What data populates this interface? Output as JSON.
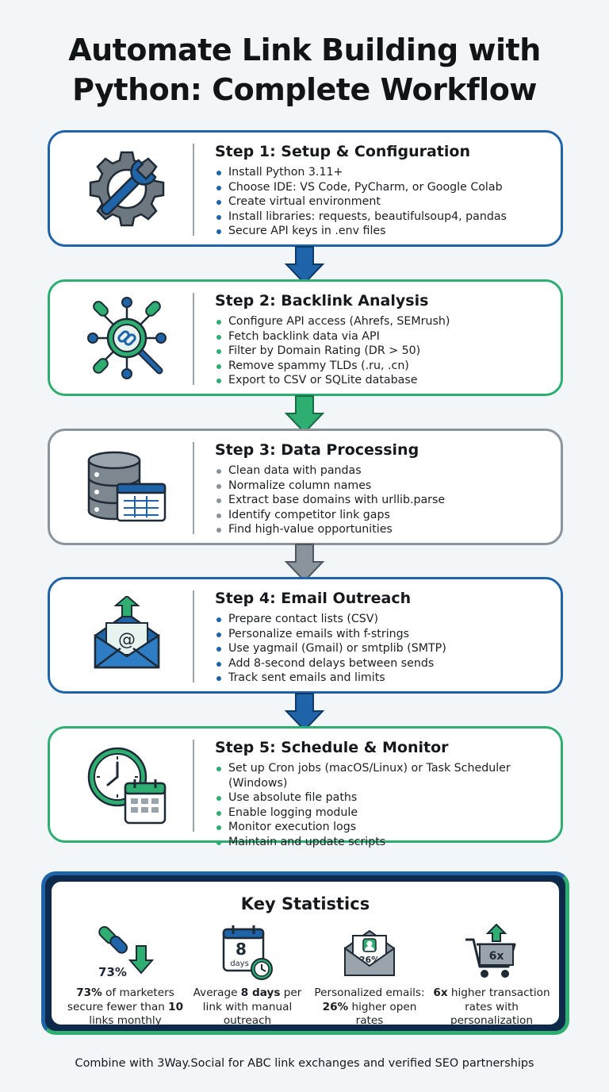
{
  "title_line1": "Automate Link Building with",
  "title_line2": "Python: Complete Workflow",
  "steps": [
    {
      "title": "Step 1: Setup & Configuration",
      "color": "#1f63a8",
      "icon": "gear-wrench-icon",
      "items": [
        "Install Python 3.11+",
        "Choose IDE: VS Code, PyCharm, or Google Colab",
        "Create virtual environment",
        "Install libraries: requests, beautifulsoup4, pandas",
        "Secure API keys in .env files"
      ]
    },
    {
      "title": "Step 2: Backlink Analysis",
      "color": "#2fae72",
      "icon": "link-network-magnifier-icon",
      "items": [
        "Configure API access (Ahrefs, SEMrush)",
        "Fetch backlink data via API",
        "Filter by Domain Rating (DR > 50)",
        "Remove spammy TLDs (.ru, .cn)",
        "Export to CSV or SQLite database"
      ]
    },
    {
      "title": "Step 3: Data Processing",
      "color": "#8a949c",
      "icon": "database-table-icon",
      "items": [
        "Clean data with pandas",
        "Normalize column names",
        "Extract base domains with urllib.parse",
        "Identify competitor link gaps",
        "Find high-value opportunities"
      ]
    },
    {
      "title": "Step 4: Email Outreach",
      "color": "#1f63a8",
      "icon": "email-envelope-icon",
      "items": [
        "Prepare contact lists (CSV)",
        "Personalize emails with f-strings",
        "Use yagmail (Gmail) or smtplib (SMTP)",
        "Add 8-second delays between sends",
        "Track sent emails and limits"
      ]
    },
    {
      "title": "Step 5: Schedule & Monitor",
      "color": "#2fae72",
      "icon": "clock-calendar-icon",
      "items": [
        "Set up Cron jobs (macOS/Linux) or Task Scheduler (Windows)",
        "Use absolute file paths",
        "Enable logging module",
        "Monitor execution logs",
        "Maintain and update scripts"
      ]
    }
  ],
  "stats": {
    "title": "Key Statistics",
    "items": [
      {
        "icon": "broken-link-down-arrow-icon",
        "badge": "73%",
        "pre": "",
        "bold1": "73%",
        "mid": " of marketers secure fewer than ",
        "bold2": "10",
        "post": " links monthly"
      },
      {
        "icon": "calendar-clock-icon",
        "badge": "8",
        "badge_sub": "days",
        "pre": "Average ",
        "bold1": "8 days",
        "mid": " per link with manual outreach",
        "bold2": "",
        "post": ""
      },
      {
        "icon": "personalized-envelope-icon",
        "badge": "26%",
        "pre": "Personalized emails: ",
        "bold1": "26%",
        "mid": " higher open rates",
        "bold2": "",
        "post": ""
      },
      {
        "icon": "shopping-cart-up-icon",
        "badge": "6x",
        "pre": "",
        "bold1": "6x",
        "mid": " higher transaction rates with personalization",
        "bold2": "",
        "post": ""
      }
    ]
  },
  "footer": "Combine with 3Way.Social for ABC link exchanges and verified SEO partnerships"
}
